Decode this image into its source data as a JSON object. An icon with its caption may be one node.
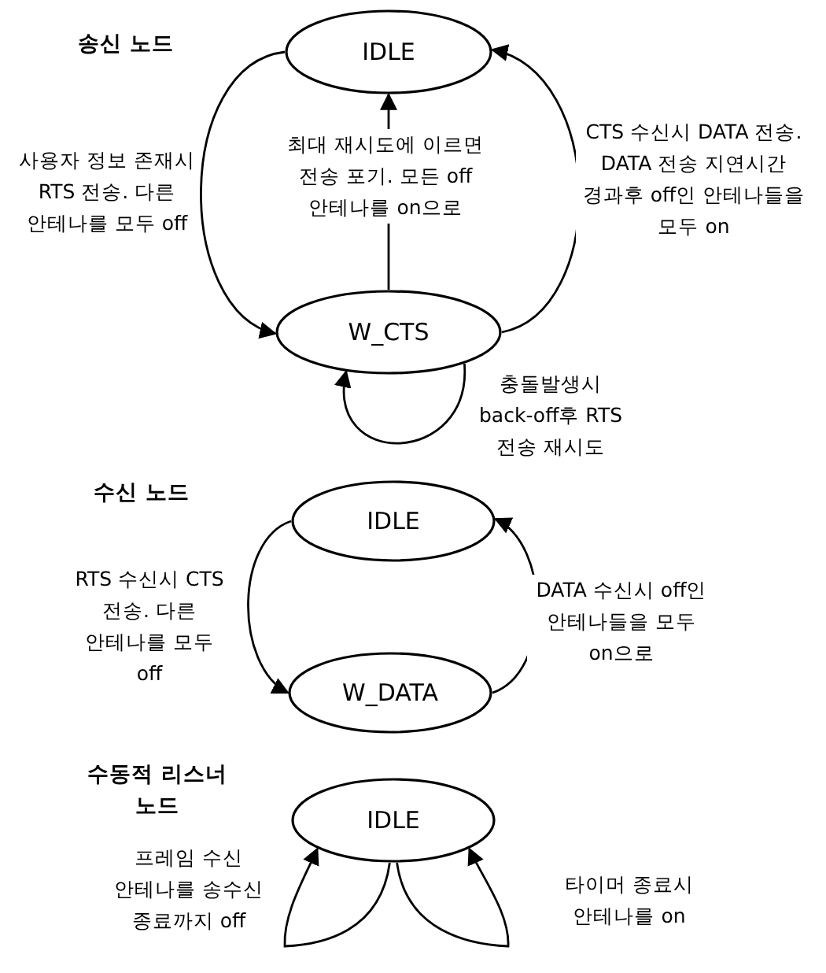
{
  "diagram": {
    "nodes": [
      {
        "text": [
          "IDLE"
        ]
      },
      {
        "text": [
          "W_CTS"
        ]
      },
      {
        "text": [
          "IDLE"
        ]
      },
      {
        "text": [
          "W_DATA"
        ]
      },
      {
        "text": [
          "IDLE"
        ]
      }
    ],
    "edges": [
      {
        "from": 0,
        "to": 1,
        "arrow": "to",
        "label": "사용자 정보 존재시 RTS 전송. 다른 안테나를 모두 off"
      },
      {
        "from": 1,
        "to": 0,
        "arrow": "to",
        "label": "최대 재시도에 이르면 전송 포기. 모든 off 안테나를 on으로"
      },
      {
        "from": 1,
        "to": 0,
        "arrow": "to",
        "label": "CTS 수신시 DATA 전송. DATA 전송 지연시간 경과후 off인 안테나들을 모두 on"
      },
      {
        "from": 1,
        "to": 1,
        "arrow": "to",
        "label": "충돌발생시 back-off후 RTS 전송 재시도"
      },
      {
        "from": 2,
        "to": 3,
        "arrow": "to",
        "label": "RTS 수신시 CTS 전송. 다른 안테나를 모두 off"
      },
      {
        "from": 3,
        "to": 2,
        "arrow": "to",
        "label": "DATA 수신시 off인 안테나들을 모두 on으로"
      },
      {
        "from": 4,
        "to": 4,
        "arrow": "to",
        "label": "프레임 수신 안테나를 송수신 종료까지 off"
      },
      {
        "from": 4,
        "to": 4,
        "arrow": "to",
        "label": "타이머 종료시 안테나를 on"
      }
    ],
    "labels": [
      "송신 노드",
      "수신 노드",
      "수동적 리스너 노드"
    ]
  }
}
